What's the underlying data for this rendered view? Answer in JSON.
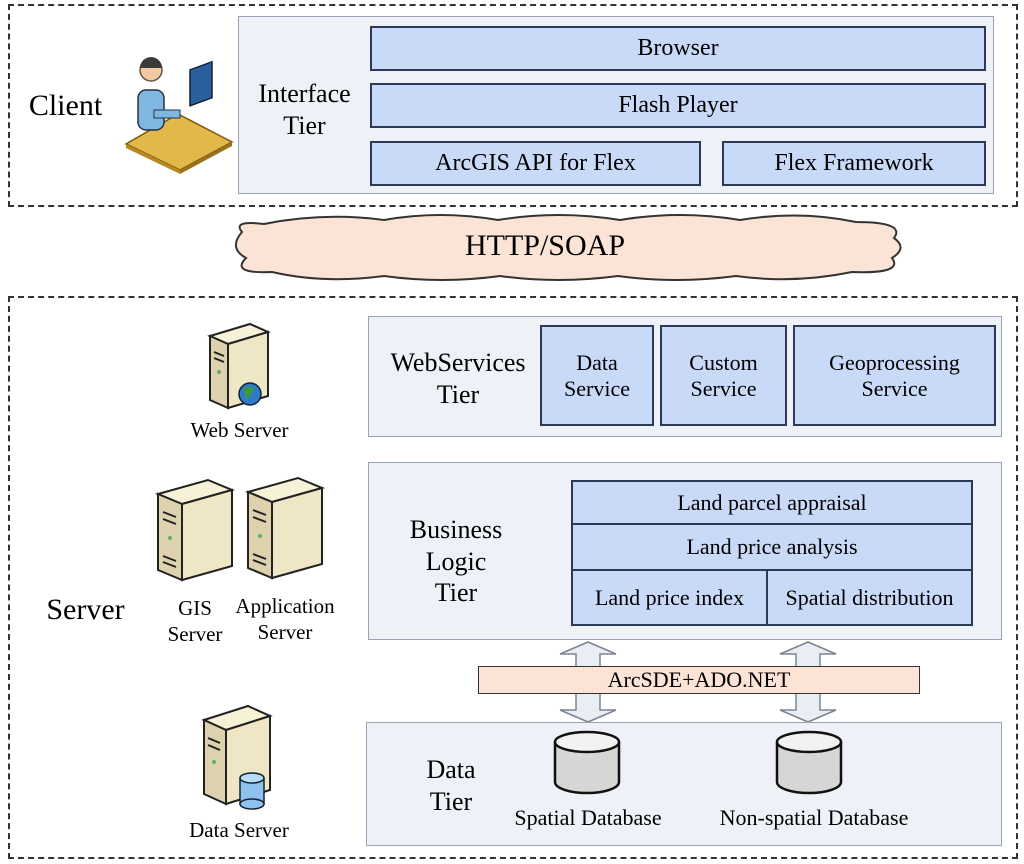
{
  "client": {
    "label": "Client",
    "tier_label": "Interface\nTier",
    "boxes": [
      "Browser",
      "Flash Player",
      "ArcGIS API for Flex",
      "Flex Framework"
    ]
  },
  "protocol": {
    "label": "HTTP/SOAP"
  },
  "server": {
    "label": "Server",
    "web_server_label": "Web Server",
    "gis_server_label": "GIS\nServer",
    "app_server_label": "Application\nServer",
    "data_server_label": "Data Server",
    "webservices": {
      "tier_label": "WebServices\nTier",
      "services": [
        "Data\nService",
        "Custom\nService",
        "Geoprocessing\nService"
      ]
    },
    "business": {
      "tier_label": "Business\nLogic\nTier",
      "rows": [
        "Land parcel appraisal",
        "Land price analysis"
      ],
      "bottom": [
        "Land price index",
        "Spatial distribution"
      ]
    },
    "connector": "ArcSDE+ADO.NET",
    "data": {
      "tier_label": "Data\nTier",
      "databases": [
        "Spatial Database",
        "Non-spatial Database"
      ]
    }
  },
  "colors": {
    "box_fill": "#c9daf8",
    "panel_fill": "#eef1f8",
    "cloud_fill": "#fbe4d6",
    "connector_fill": "#fbe4d6"
  },
  "icons": [
    "user-at-computer-icon",
    "web-server-icon",
    "gis-server-icon",
    "application-server-icon",
    "data-server-icon",
    "database-cylinder-icon"
  ]
}
